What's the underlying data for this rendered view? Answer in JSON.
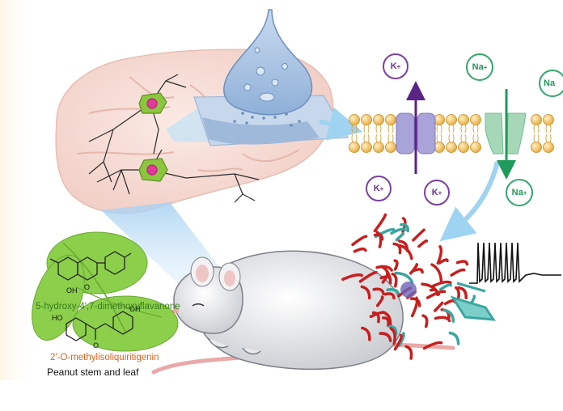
{
  "colors": {
    "k_ion": "#6a2f92",
    "na_ion": "#23955b",
    "compound1": "#3a7d1f",
    "compound2": "#d9621f",
    "leaf": "#8ccf4a",
    "brain": "#f6e1da",
    "synapse": "#a9c3e2"
  },
  "ions": {
    "k_label": "K",
    "na_label": "Na",
    "charge": "+"
  },
  "compounds": {
    "compound1_name": "5-hydroxy-4',7-dimethoxyflavanone",
    "compound2_name": "2'-O-methylisoliquiritigenin",
    "source_caption": "Peanut stem and leaf",
    "atom_oh": "OH",
    "atom_ho": "HO",
    "atom_o": "O"
  },
  "icons": [
    "brain-icon",
    "neuron-icon",
    "synapse-icon",
    "membrane-icon",
    "potassium-channel-icon",
    "sodium-channel-icon",
    "protein-structure-icon",
    "action-potential-icon",
    "mouse-icon",
    "peanut-leaf-icon"
  ]
}
